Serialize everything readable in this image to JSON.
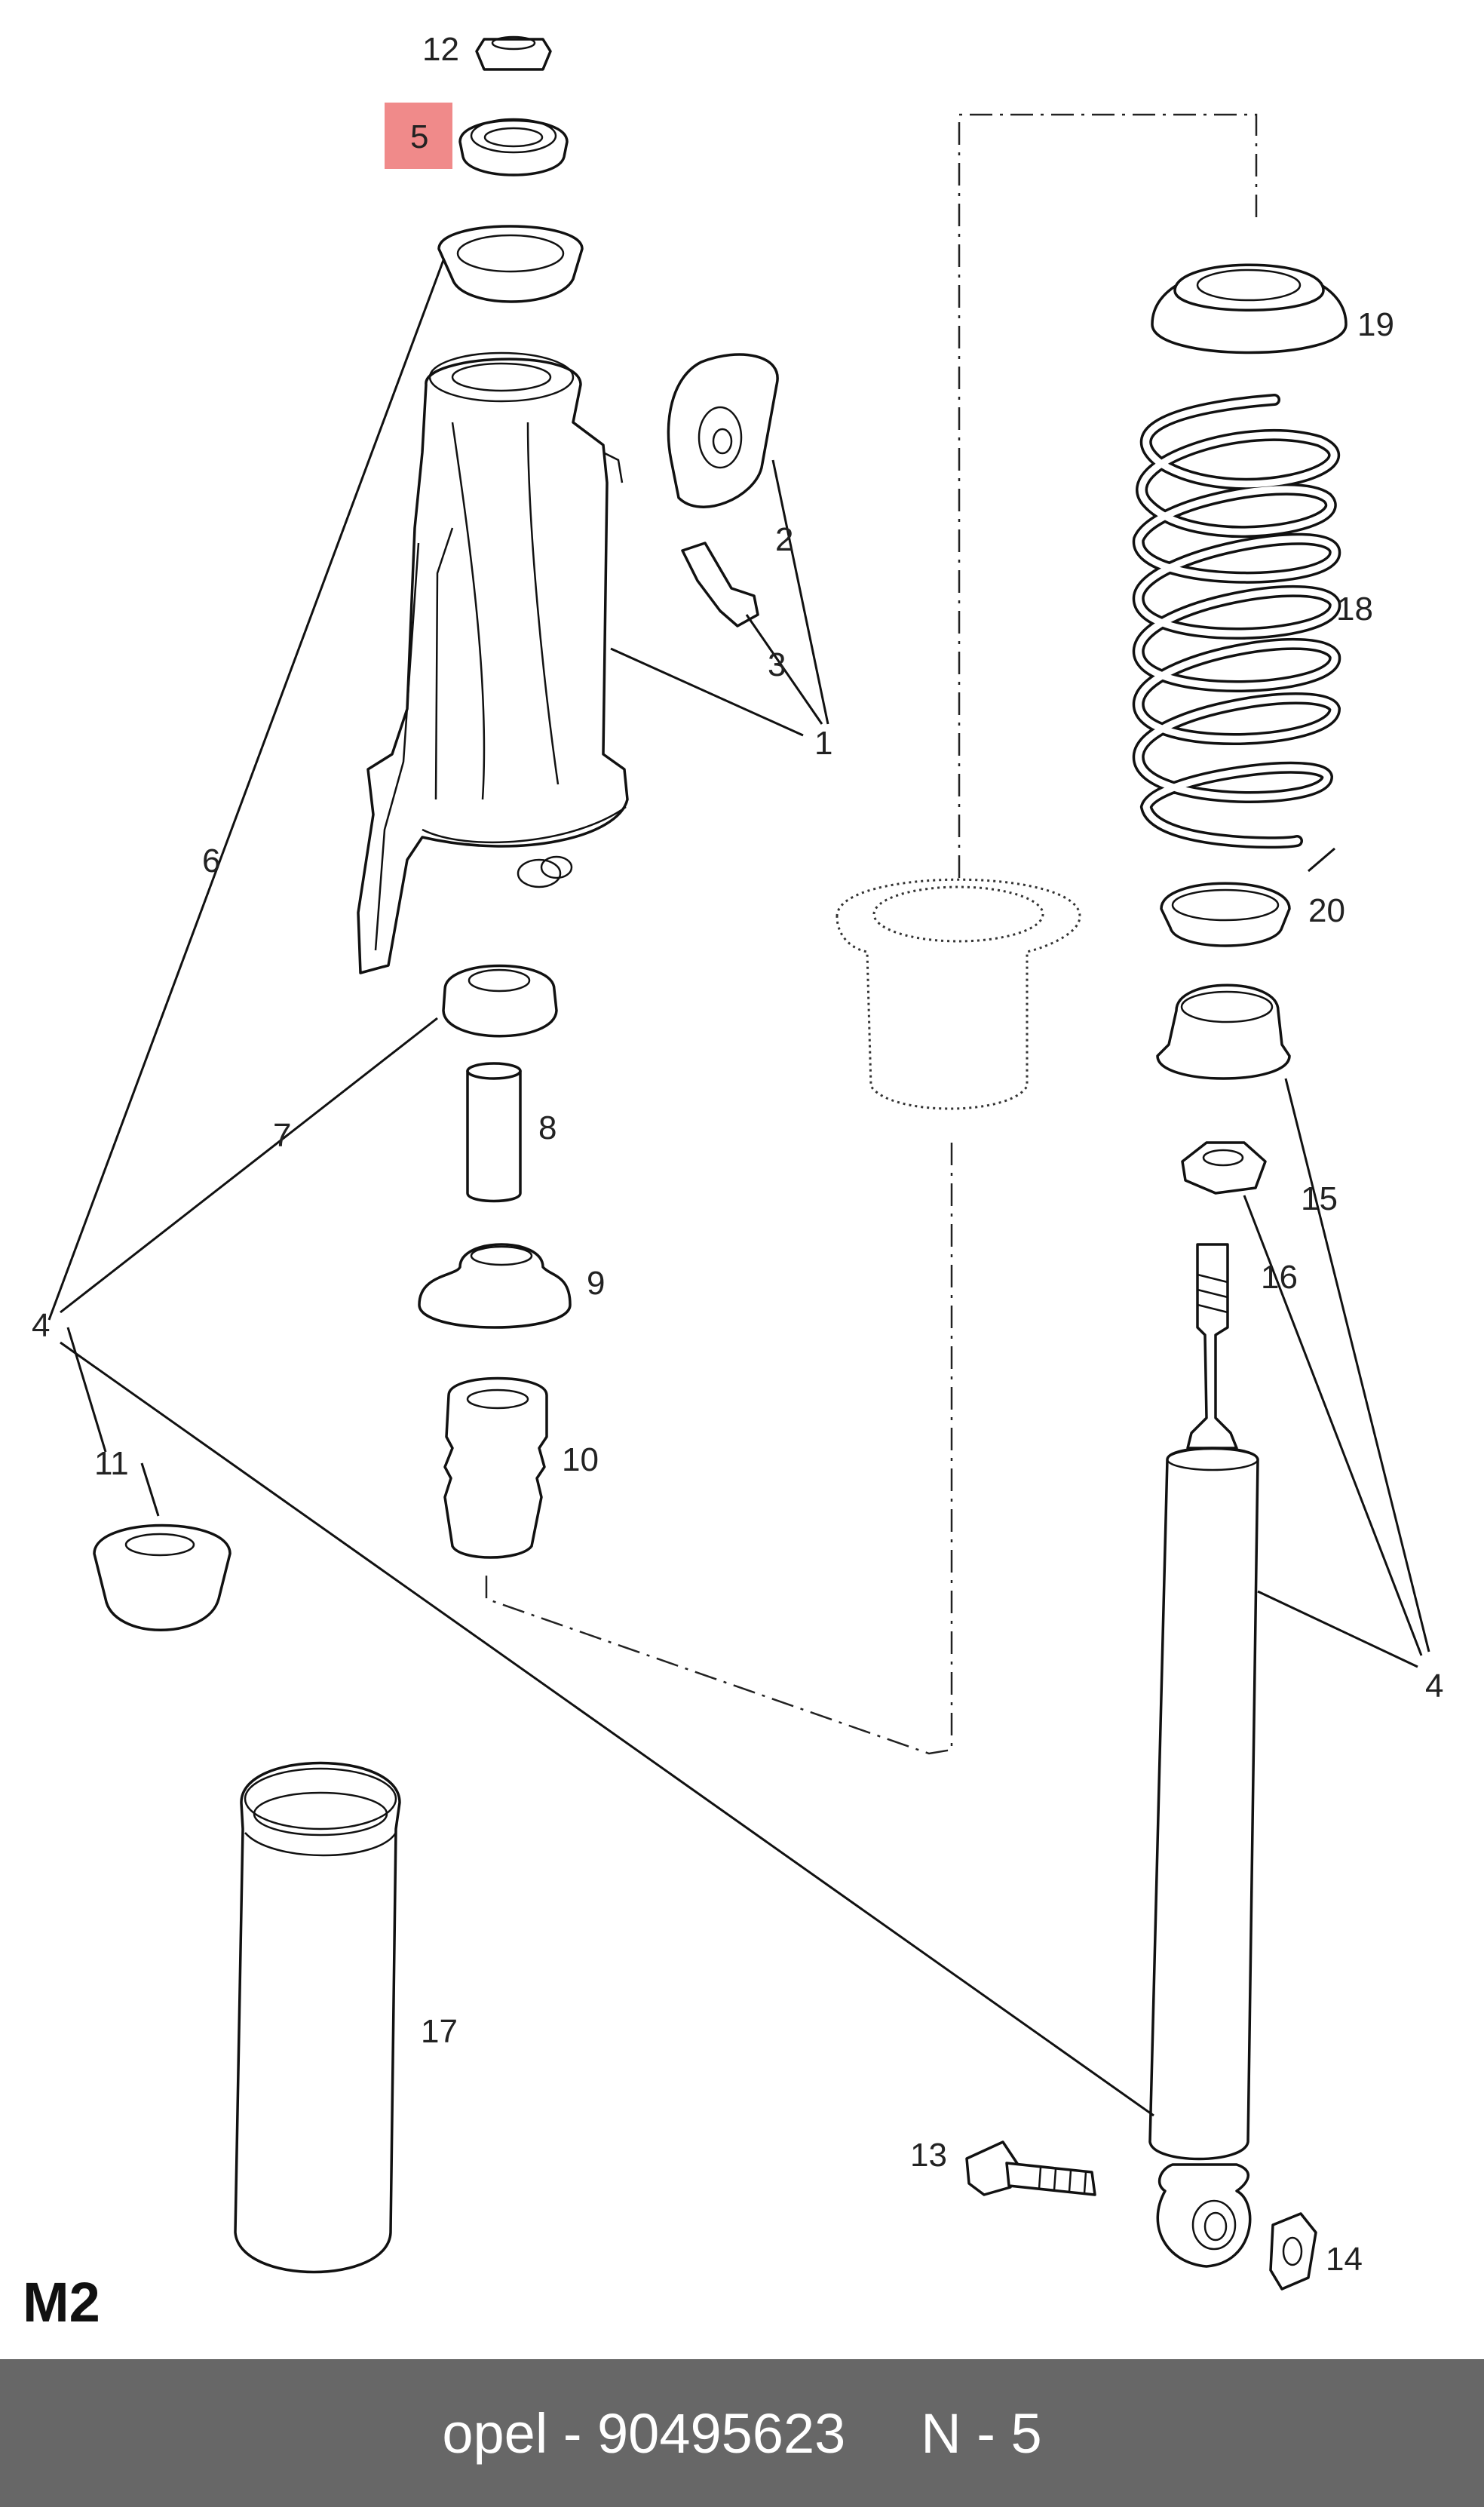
{
  "diagram": {
    "section_code": "M2",
    "highlight_color": "#f08a8a",
    "highlighted_callout": "5",
    "callouts": {
      "c1": "1",
      "c2": "2",
      "c3": "3",
      "c4a": "4",
      "c4b": "4",
      "c5": "5",
      "c6": "6",
      "c7": "7",
      "c8": "8",
      "c9": "9",
      "c10": "10",
      "c11": "11",
      "c12": "12",
      "c13": "13",
      "c14": "14",
      "c15": "15",
      "c16": "16",
      "c17": "17",
      "c18": "18",
      "c19": "19",
      "c20": "20"
    }
  },
  "footer": {
    "brand_part": "opel - 90495623",
    "position": "N - 5",
    "background": "#676767"
  }
}
